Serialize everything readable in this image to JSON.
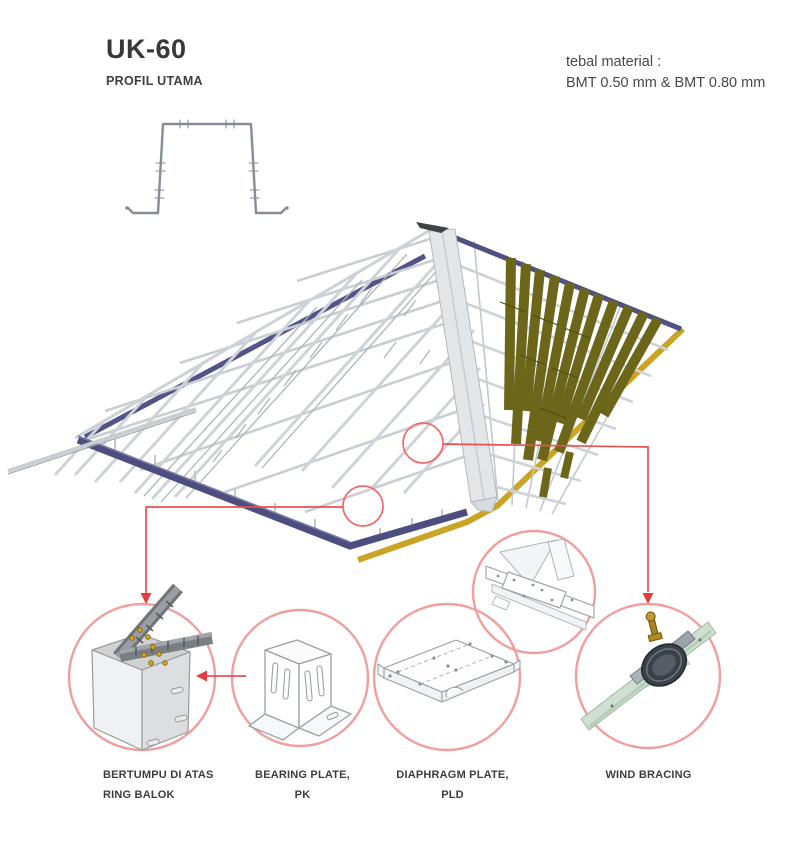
{
  "header": {
    "title": "UK-60",
    "subtitle": "PROFIL UTAMA",
    "material_label": "tebal material :",
    "material_value": "BMT 0.50 mm & BMT 0.80 mm"
  },
  "diagram": {
    "description": "Isometric rendering of a light-gauge steel roof truss frame built from the UK-60 main profile, resting on a purple ring beam, with yellow fascia boards, partial olive roof battens, and red detail callouts",
    "colors": {
      "annotation_red": "#e84c4c",
      "callout_ring_pink": "#f19e9e",
      "steel_frame_silver": "#cdd2d6",
      "ring_beam_purple": "#4d4d80",
      "fascia_yellow": "#c9a427",
      "roof_batten_olive": "#6b661a",
      "wind_bracing_strap_green": "#cfe0d2"
    }
  },
  "callouts": [
    {
      "id": "ring-balok",
      "label": [
        "BERTUMPU DI ATAS",
        "RING BALOK"
      ]
    },
    {
      "id": "bearing-plate",
      "label": [
        "BEARING PLATE,",
        "PK"
      ]
    },
    {
      "id": "diaphragm-plate",
      "label": [
        "DIAPHRAGM PLATE,",
        "PLD"
      ]
    },
    {
      "id": "wind-bracing",
      "label": [
        "WIND BRACING"
      ]
    }
  ]
}
